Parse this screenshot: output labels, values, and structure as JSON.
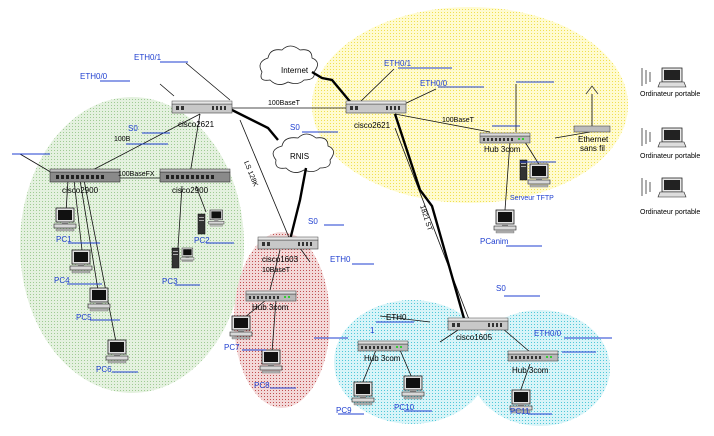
{
  "labels": {
    "internet": "Internet",
    "rnis": "RNIS",
    "eth01_left": "ETH0/1",
    "eth00_left": "ETH0/0",
    "eth01_right": "ETH0/1",
    "eth00_right": "ETH0/0",
    "s0_left": "S0",
    "s0_right": "S0",
    "s0_mid": "S0",
    "s0_c1605": "S0",
    "cisco2621_left": "cisco2621",
    "cisco2621_right": "cisco2621",
    "cisco2900_a": "cisco2900",
    "cisco2900_b": "cisco2900",
    "cisco1603": "cisco1603",
    "cisco1605": "cisco1605",
    "link_100baset_top": "100BaseT",
    "link_100baset_right": "100BaseT",
    "link_100b": "100B",
    "link_100basefx": "100BaseFX",
    "link_10baset": "10BaseT",
    "link_ls128k": "LS 128K",
    "link_t1": "1821 ST",
    "eth0_1603": "ETH0",
    "eth0_1605": "ETH0",
    "eth00_1605": "ETH0/0",
    "hub_top": "Hub 3com",
    "hub_red": "Hub 3com",
    "hub_cyan_left": "Hub 3com",
    "hub_cyan_right": "Hub 3com",
    "ethernet_sans_fil_1": "Ethernet",
    "ethernet_sans_fil_2": "sans fil",
    "serveur_tftp": "Serveur TFTP",
    "pcanim": "PCanim",
    "pc1": "PC1",
    "pc2": "PC2",
    "pc3": "PC3",
    "pc4": "PC4",
    "pc5": "PC5",
    "pc6": "PC6",
    "pc7": "PC7",
    "pc8": "PC8",
    "pc9": "PC9",
    "pc10": "PC10",
    "pc11": "PC11",
    "laptop1": "Ordinateur portable",
    "laptop2": "Ordinateur portable",
    "laptop3": "Ordinateur portable",
    "one": "1"
  },
  "colors": {
    "green_zone": "#cfe8c8",
    "yellow_zone": "#fff59a",
    "red_zone": "#e8a8a8",
    "cyan_zone": "#a8e8f0",
    "blue_text": "#1f3fd0"
  }
}
